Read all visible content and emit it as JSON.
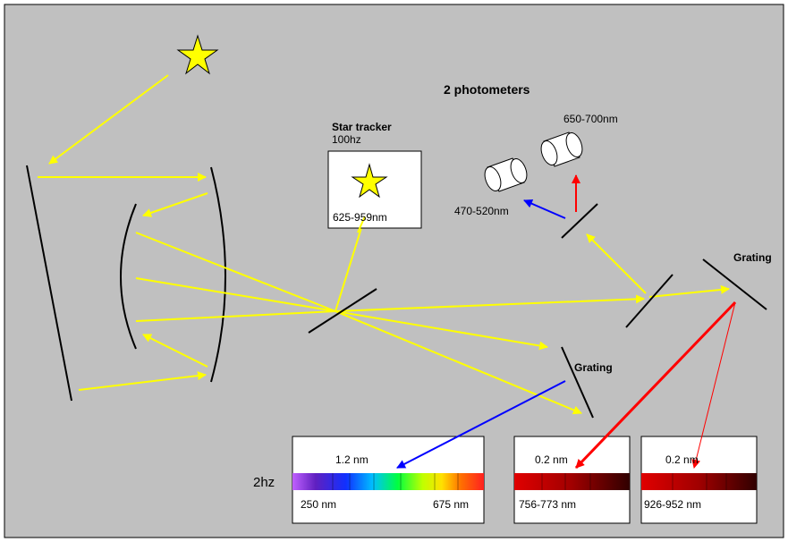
{
  "title": "2 photometers",
  "star_tracker": {
    "name": "Star tracker",
    "rate": "100hz",
    "band": "625-959nm"
  },
  "photometers": [
    {
      "band": "470-520nm"
    },
    {
      "band": "650-700nm"
    }
  ],
  "gratings": [
    {
      "label": "Grating"
    },
    {
      "label": "Grating"
    }
  ],
  "spectrum_rate": "2hz",
  "spectra": [
    {
      "resolution": "1.2 nm",
      "range_start": "250 nm",
      "range_end": "675 nm"
    },
    {
      "resolution": "0.2 nm",
      "range": "756-773 nm"
    },
    {
      "resolution": "0.2 nm",
      "range": "926-952 nm"
    }
  ],
  "colors": {
    "background": "#c0c0c0",
    "beam": "#ffff00",
    "blue_beam": "#0000ff",
    "red_beam": "#ff0000",
    "optic": "#000000",
    "star": "#ffff00"
  }
}
